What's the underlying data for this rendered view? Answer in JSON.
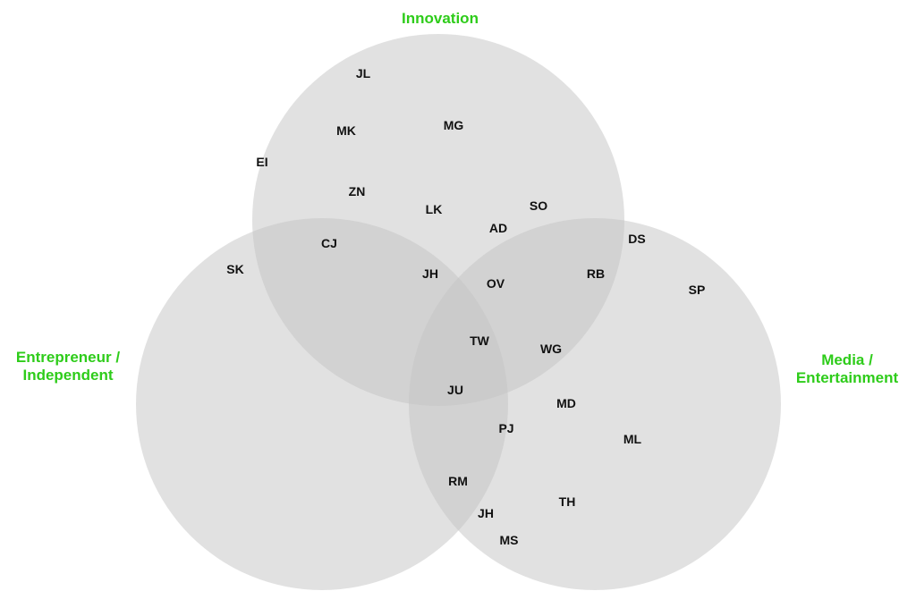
{
  "colors": {
    "label": "#2ecc1a",
    "circle": "#c4c4c4",
    "text": "#111111"
  },
  "sets": {
    "innovation": "Innovation",
    "entrepreneur_line1": "Entrepreneur /",
    "entrepreneur_line2": "Independent",
    "media_line1": "Media /",
    "media_line2": "Entertainment"
  },
  "members": {
    "jl": "JL",
    "mk": "MK",
    "mg": "MG",
    "ei": "EI",
    "zn": "ZN",
    "lk": "LK",
    "so": "SO",
    "ad": "AD",
    "ds": "DS",
    "cj": "CJ",
    "sk": "SK",
    "jh_upper": "JH",
    "ov": "OV",
    "rb": "RB",
    "sp": "SP",
    "tw": "TW",
    "wg": "WG",
    "ju": "JU",
    "md": "MD",
    "pj": "PJ",
    "ml": "ML",
    "rm": "RM",
    "th": "TH",
    "jh_lower": "JH",
    "ms": "MS"
  }
}
